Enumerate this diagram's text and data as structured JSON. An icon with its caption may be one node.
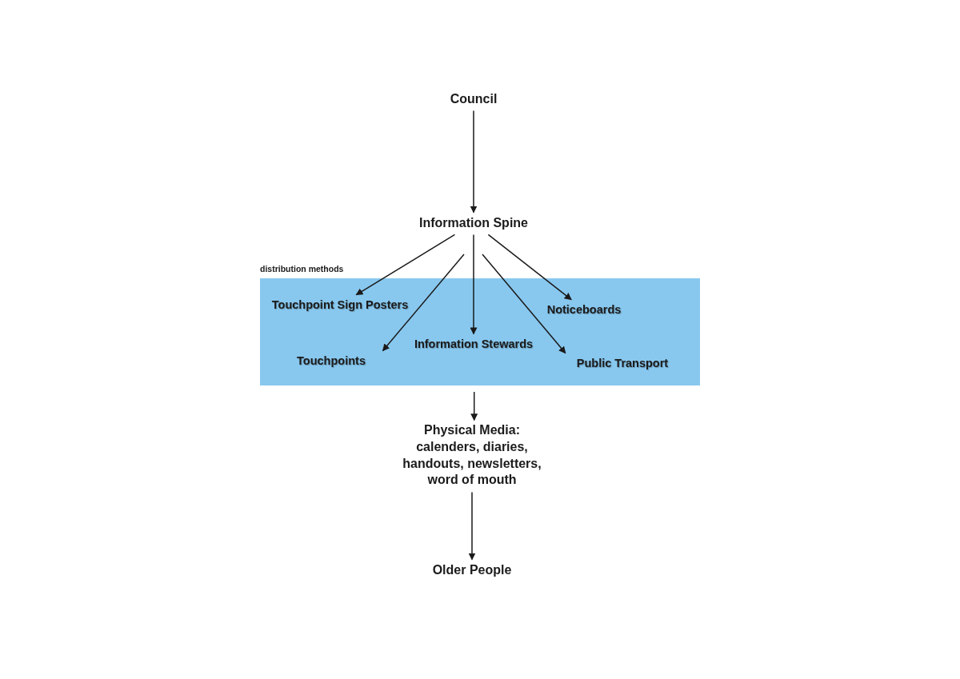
{
  "diagram": {
    "nodes": [
      {
        "text": [
          "Council"
        ]
      },
      {
        "text": [
          "Information Spine"
        ]
      },
      {
        "text": [
          "distribution methods"
        ]
      },
      {
        "text": [
          "Touchpoint Sign Posters"
        ],
        "in": 2
      },
      {
        "text": [
          "Noticeboards"
        ],
        "in": 2
      },
      {
        "text": [
          "Information Stewards"
        ],
        "in": 2
      },
      {
        "text": [
          "Touchpoints"
        ],
        "in": 2
      },
      {
        "text": [
          "Public Transport"
        ],
        "in": 2
      },
      {
        "text": [
          "Physical Media: calenders, diaries, handouts, newsletters, word of mouth"
        ]
      },
      {
        "text": [
          "Older People"
        ]
      }
    ],
    "edges": [
      {
        "from": 0,
        "to": 1,
        "arrow": "to"
      },
      {
        "from": 1,
        "to": 3,
        "arrow": "to"
      },
      {
        "from": 1,
        "to": 6,
        "arrow": "to"
      },
      {
        "from": 1,
        "to": 5,
        "arrow": "to"
      },
      {
        "from": 1,
        "to": 7,
        "arrow": "to"
      },
      {
        "from": 1,
        "to": 4,
        "arrow": "to"
      },
      {
        "from": 2,
        "to": 8,
        "arrow": "to"
      },
      {
        "from": 8,
        "to": 9,
        "arrow": "to"
      }
    ]
  }
}
